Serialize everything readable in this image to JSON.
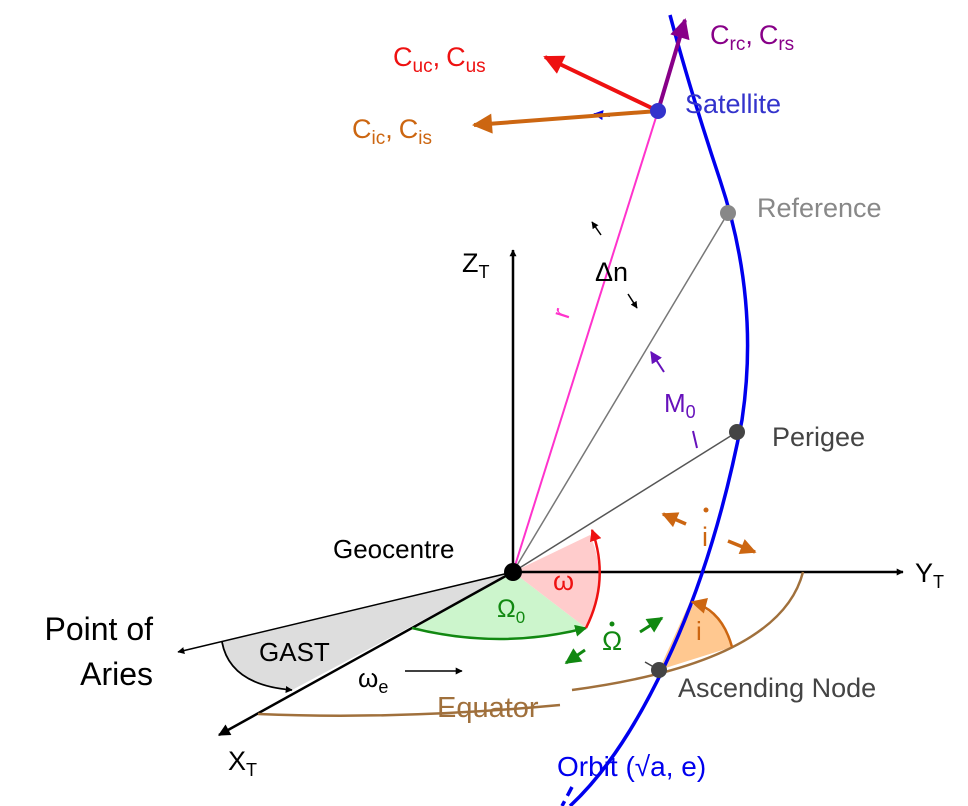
{
  "labels": {
    "c_uc": "C",
    "c_uc_sub": "uc",
    "c_us": "C",
    "c_us_sub": "us",
    "c_rc": "C",
    "c_rc_sub": "rc",
    "c_rs": "C",
    "c_rs_sub": "rs",
    "c_ic": "C",
    "c_ic_sub": "ic",
    "c_is": "C",
    "c_is_sub": "is",
    "comma": ",",
    "satellite": "Satellite",
    "reference": "Reference",
    "perigee": "Perigee",
    "ascending_node": "Ascending Node",
    "geocentre": "Geocentre",
    "z_axis": "Z",
    "z_sub": "T",
    "y_axis": "Y",
    "y_sub": "T",
    "x_axis": "X",
    "x_sub": "T",
    "point_of_aries_1": "Point of",
    "point_of_aries_2": "Aries",
    "gast": "GAST",
    "omega_e": "ω",
    "omega_e_sub": "e",
    "equator": "Equator",
    "orbit": "Orbit (√a, e)",
    "delta_n": "Δn",
    "r": "r",
    "m0": "M",
    "m0_sub": "0",
    "omega_small": "ω",
    "omega_cap0": "Ω",
    "omega_cap0_sub": "0",
    "omega_dot": "Ω",
    "i": "i",
    "i_dot": "i"
  },
  "colors": {
    "red": "#ee1111",
    "purple": "#880088",
    "orange": "#cc6611",
    "blue": "#0000ee",
    "satellite_blue": "#3333cc",
    "gray": "#888888",
    "dark_gray": "#444444",
    "magenta": "#ff33cc",
    "violet": "#6611bb",
    "green": "#118811",
    "brown": "#a0703c",
    "pink_fill": "#ffcccc",
    "green_fill": "#ccf5cc",
    "orange_fill": "#ffc890",
    "gray_fill": "#dddddd"
  }
}
